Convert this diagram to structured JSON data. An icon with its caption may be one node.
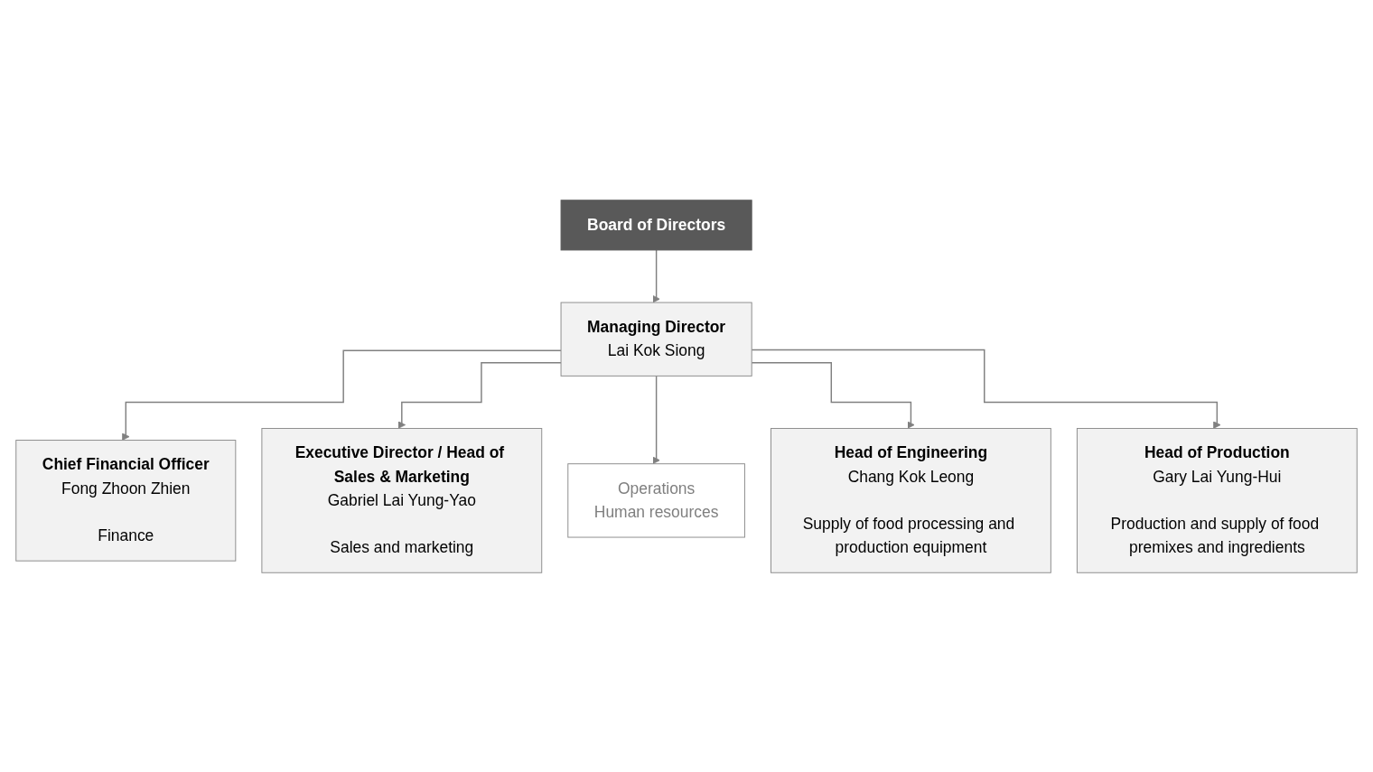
{
  "diagram": {
    "nodes": [
      {
        "text": [
          "Board of Directors"
        ]
      },
      {
        "text": [
          "Managing Director",
          "Lai Kok Siong"
        ]
      },
      {
        "text": [
          "Chief Financial Officer",
          "Fong Zhoon Zhien",
          "Finance"
        ]
      },
      {
        "text": [
          "Executive Director / Head of Sales & Marketing",
          "Gabriel Lai Yung-Yao",
          "Sales and marketing"
        ]
      },
      {
        "text": [
          "Head of Engineering",
          "Chang Kok Leong",
          "Supply of food processing and production equipment"
        ]
      },
      {
        "text": [
          "Head of Production",
          "Gary Lai Yung-Hui",
          "Production and supply of food premixes and ingredients"
        ]
      },
      {
        "text": [
          "Operations",
          "Human resources"
        ]
      }
    ],
    "edges": [
      {
        "from": 0,
        "to": 1,
        "arrow": "to"
      },
      {
        "from": 1,
        "to": 2,
        "arrow": "to"
      },
      {
        "from": 1,
        "to": 3,
        "arrow": "to"
      },
      {
        "from": 1,
        "to": 6,
        "arrow": "to"
      },
      {
        "from": 1,
        "to": 4,
        "arrow": "to"
      },
      {
        "from": 1,
        "to": 5,
        "arrow": "to"
      }
    ]
  }
}
